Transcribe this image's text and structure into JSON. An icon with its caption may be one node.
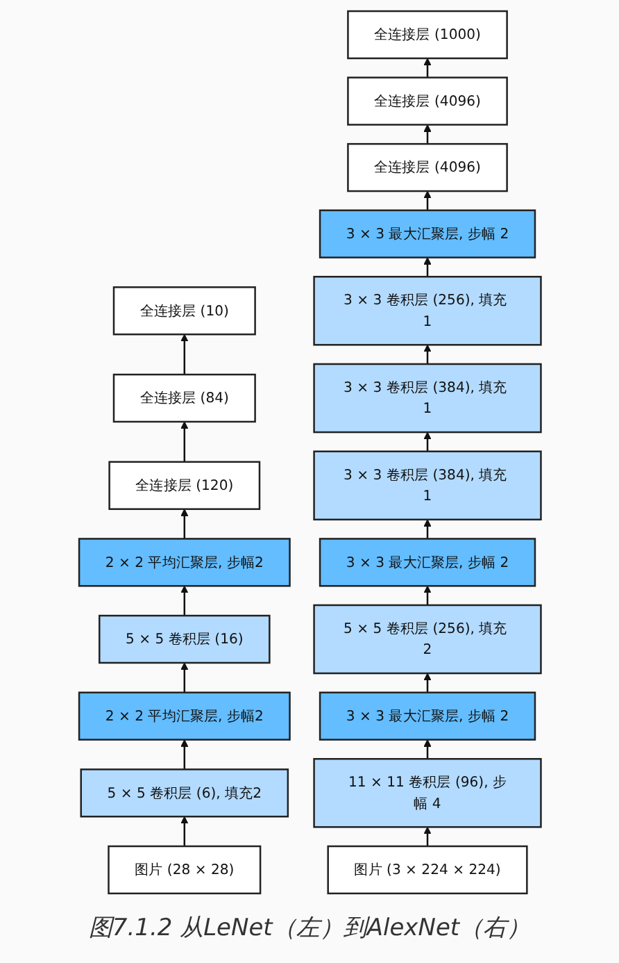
{
  "diagram": {
    "caption": "图7.1.2 从LeNet（左）到AlexNet（右）",
    "nodes": [
      {
        "text": [
          "全连接层 (10)"
        ]
      },
      {
        "text": [
          "全连接层 (84)"
        ]
      },
      {
        "text": [
          "全连接层 (120)"
        ]
      },
      {
        "text": [
          "2 × 2 平均汇聚层, 步幅2"
        ]
      },
      {
        "text": [
          "5 × 5 卷积层 (16)"
        ]
      },
      {
        "text": [
          "2 × 2 平均汇聚层, 步幅2"
        ]
      },
      {
        "text": [
          "5 × 5 卷积层 (6), 填充2"
        ]
      },
      {
        "text": [
          "图片 (28 × 28)"
        ]
      },
      {
        "text": [
          "全连接层 (1000)"
        ]
      },
      {
        "text": [
          "全连接层 (4096)"
        ]
      },
      {
        "text": [
          "全连接层 (4096)"
        ]
      },
      {
        "text": [
          "3 × 3 最大汇聚层, 步幅 2"
        ]
      },
      {
        "text": [
          "3 × 3 卷积层 (256), 填充 1"
        ]
      },
      {
        "text": [
          "3 × 3 卷积层 (384), 填充 1"
        ]
      },
      {
        "text": [
          "3 × 3 卷积层 (384), 填充 1"
        ]
      },
      {
        "text": [
          "3 × 3 最大汇聚层, 步幅 2"
        ]
      },
      {
        "text": [
          "5 × 5 卷积层 (256), 填充 2"
        ]
      },
      {
        "text": [
          "3 × 3 最大汇聚层, 步幅 2"
        ]
      },
      {
        "text": [
          "11 × 11 卷积层 (96), 步幅 4"
        ]
      },
      {
        "text": [
          "图片 (3 × 224 × 224)"
        ]
      }
    ],
    "edges": [
      {
        "from": 7,
        "to": 6,
        "arrow": "to"
      },
      {
        "from": 6,
        "to": 5,
        "arrow": "to"
      },
      {
        "from": 5,
        "to": 4,
        "arrow": "to"
      },
      {
        "from": 4,
        "to": 3,
        "arrow": "to"
      },
      {
        "from": 3,
        "to": 2,
        "arrow": "to"
      },
      {
        "from": 2,
        "to": 1,
        "arrow": "to"
      },
      {
        "from": 1,
        "to": 0,
        "arrow": "to"
      },
      {
        "from": 19,
        "to": 18,
        "arrow": "to"
      },
      {
        "from": 18,
        "to": 17,
        "arrow": "to"
      },
      {
        "from": 17,
        "to": 16,
        "arrow": "to"
      },
      {
        "from": 16,
        "to": 15,
        "arrow": "to"
      },
      {
        "from": 15,
        "to": 14,
        "arrow": "to"
      },
      {
        "from": 14,
        "to": 13,
        "arrow": "to"
      },
      {
        "from": 13,
        "to": 12,
        "arrow": "to"
      },
      {
        "from": 12,
        "to": 11,
        "arrow": "to"
      },
      {
        "from": 11,
        "to": 10,
        "arrow": "to"
      },
      {
        "from": 10,
        "to": 9,
        "arrow": "to"
      },
      {
        "from": 9,
        "to": 8,
        "arrow": "to"
      }
    ]
  }
}
